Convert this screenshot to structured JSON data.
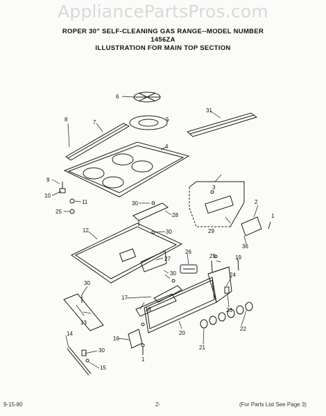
{
  "watermark": "AppliancePartsPros.com",
  "header": {
    "line1": "ROPER 30\" SELF-CLEANING GAS RANGE--MODEL NUMBER",
    "line2": "1456ZA",
    "line3": "ILLUSTRATION FOR MAIN TOP SECTION"
  },
  "callouts": [
    "1",
    "2",
    "3",
    "4",
    "5",
    "6",
    "7",
    "8",
    "9",
    "10",
    "11",
    "12",
    "13",
    "14",
    "15",
    "16",
    "17",
    "18",
    "19",
    "20",
    "21",
    "22",
    "23",
    "24",
    "25",
    "26",
    "27",
    "28",
    "29",
    "30",
    "31",
    "36"
  ],
  "footer": {
    "left": "9-15-80",
    "center": "2-",
    "right": "(For Parts List See Page 3)"
  }
}
